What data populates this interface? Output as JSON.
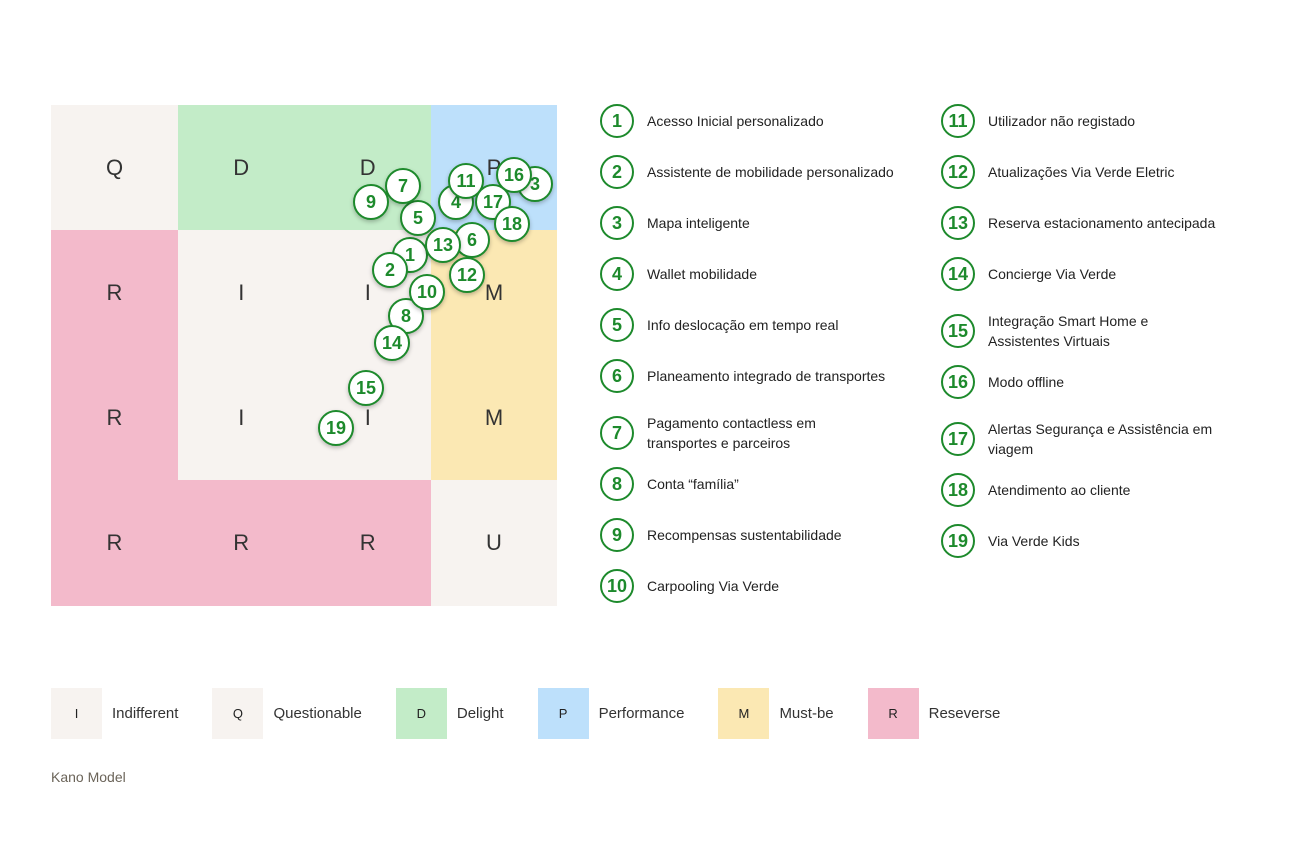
{
  "grid": {
    "cells": [
      {
        "label": "Q",
        "kind": "q"
      },
      {
        "label": "D",
        "kind": "d"
      },
      {
        "label": "D",
        "kind": "d"
      },
      {
        "label": "P",
        "kind": "p"
      },
      {
        "label": "R",
        "kind": "r"
      },
      {
        "label": "I",
        "kind": "i"
      },
      {
        "label": "I",
        "kind": "i"
      },
      {
        "label": "M",
        "kind": "m"
      },
      {
        "label": "R",
        "kind": "r"
      },
      {
        "label": "I",
        "kind": "i"
      },
      {
        "label": "I",
        "kind": "i"
      },
      {
        "label": "M",
        "kind": "m"
      },
      {
        "label": "R",
        "kind": "r"
      },
      {
        "label": "R",
        "kind": "r"
      },
      {
        "label": "R",
        "kind": "r"
      },
      {
        "label": "U",
        "kind": "u"
      }
    ]
  },
  "markers": [
    "1",
    "2",
    "3",
    "4",
    "5",
    "6",
    "7",
    "8",
    "9",
    "10",
    "11",
    "12",
    "13",
    "14",
    "15",
    "16",
    "17",
    "18",
    "19"
  ],
  "features": [
    {
      "num": "1",
      "text": "Acesso Inicial personalizado"
    },
    {
      "num": "2",
      "text": "Assistente de mobilidade personalizado"
    },
    {
      "num": "3",
      "text": "Mapa inteligente"
    },
    {
      "num": "4",
      "text": "Wallet mobilidade"
    },
    {
      "num": "5",
      "text": "Info deslocação em tempo real"
    },
    {
      "num": "6",
      "text": "Planeamento integrado de transportes"
    },
    {
      "num": "7",
      "text": "Pagamento contactless em transportes e parceiros"
    },
    {
      "num": "8",
      "text": "Conta “família”"
    },
    {
      "num": "9",
      "text": "Recompensas sustentabilidade"
    },
    {
      "num": "10",
      "text": "Carpooling Via Verde"
    },
    {
      "num": "11",
      "text": "Utilizador não registado"
    },
    {
      "num": "12",
      "text": "Atualizações Via Verde Eletric"
    },
    {
      "num": "13",
      "text": "Reserva estacionamento antecipada"
    },
    {
      "num": "14",
      "text": "Concierge Via Verde"
    },
    {
      "num": "15",
      "text": "Integração Smart Home e Assistentes Virtuais"
    },
    {
      "num": "16",
      "text": "Modo offline"
    },
    {
      "num": "17",
      "text": "Alertas Segurança e Assistência em viagem"
    },
    {
      "num": "18",
      "text": "Atendimento ao cliente"
    },
    {
      "num": "19",
      "text": "Via Verde Kids"
    }
  ],
  "key": [
    {
      "code": "I",
      "label": "Indifferent",
      "color": "#f7f3f0"
    },
    {
      "code": "Q",
      "label": "Questionable",
      "color": "#f7f3f0"
    },
    {
      "code": "D",
      "label": "Delight",
      "color": "#c3ecc8"
    },
    {
      "code": "P",
      "label": "Performance",
      "color": "#bde0fb"
    },
    {
      "code": "M",
      "label": "Must-be",
      "color": "#fbe8b3"
    },
    {
      "code": "R",
      "label": "Reseverse",
      "color": "#f3bacb"
    }
  ],
  "caption": "Kano Model",
  "colors": {
    "marker": "#1d8a2c"
  }
}
